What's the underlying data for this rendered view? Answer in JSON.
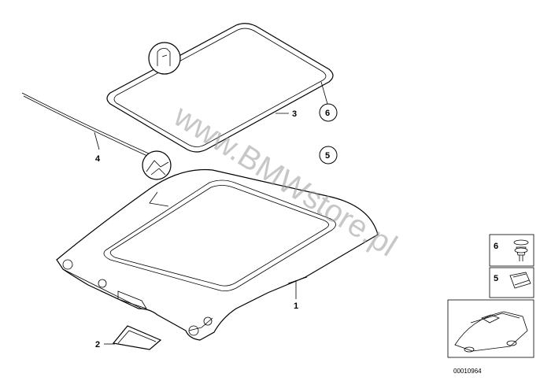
{
  "diagram": {
    "watermark": "www.BMWstore.pl",
    "part_labels": {
      "p1": "1",
      "p2": "2",
      "p3": "3",
      "p4": "4",
      "p5": "5",
      "p6": "6"
    },
    "legend": {
      "item6": "6",
      "item5": "5"
    },
    "reference_code": "00010964"
  }
}
